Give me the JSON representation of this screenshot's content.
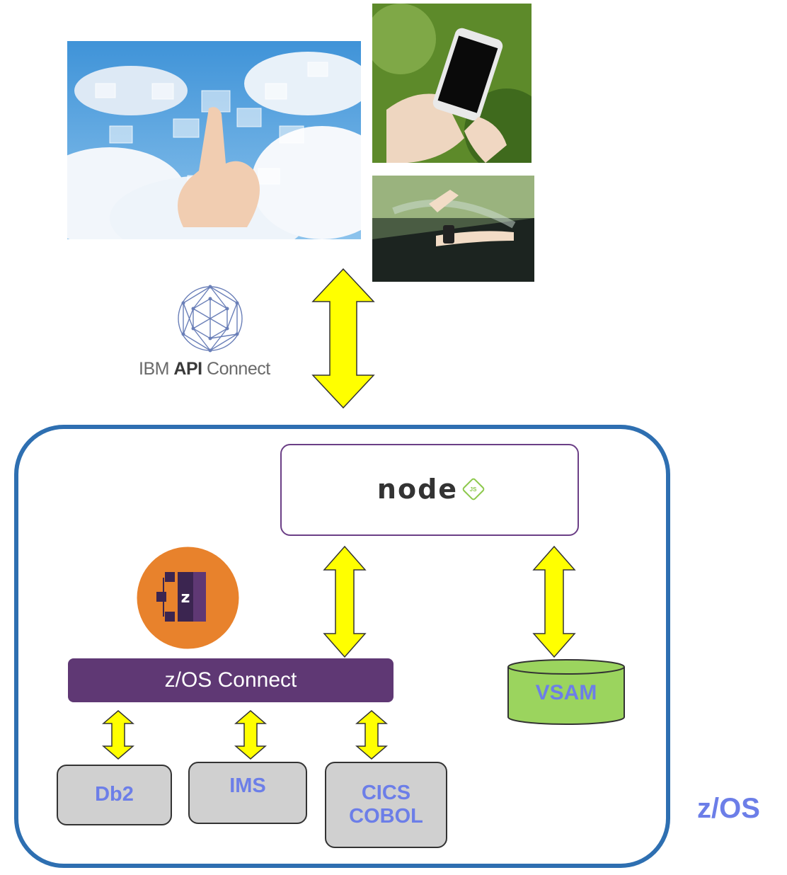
{
  "api_connect": {
    "brand": "IBM",
    "product": "API",
    "suffix": "Connect"
  },
  "node": {
    "logo_text": "node",
    "badge": "JS"
  },
  "zos_connect": {
    "label": "z/OS Connect",
    "logo_letter": "z"
  },
  "vsam": {
    "label": "VSAM"
  },
  "backends": {
    "db2": "Db2",
    "ims": "IMS",
    "cics_line1": "CICS",
    "cics_line2": "COBOL"
  },
  "zos_label": "z/OS",
  "colors": {
    "frame": "#2e6fb1",
    "arrow_fill": "#ffff00",
    "zos_connect_bar": "#5f3874",
    "backend_text": "#6c7ee8",
    "vsam_fill": "#9bd45e",
    "zos_logo_bg": "#e8822c"
  },
  "images": [
    "cloud-touch-photo",
    "smartphone-photo",
    "car-smartwatch-photo"
  ]
}
